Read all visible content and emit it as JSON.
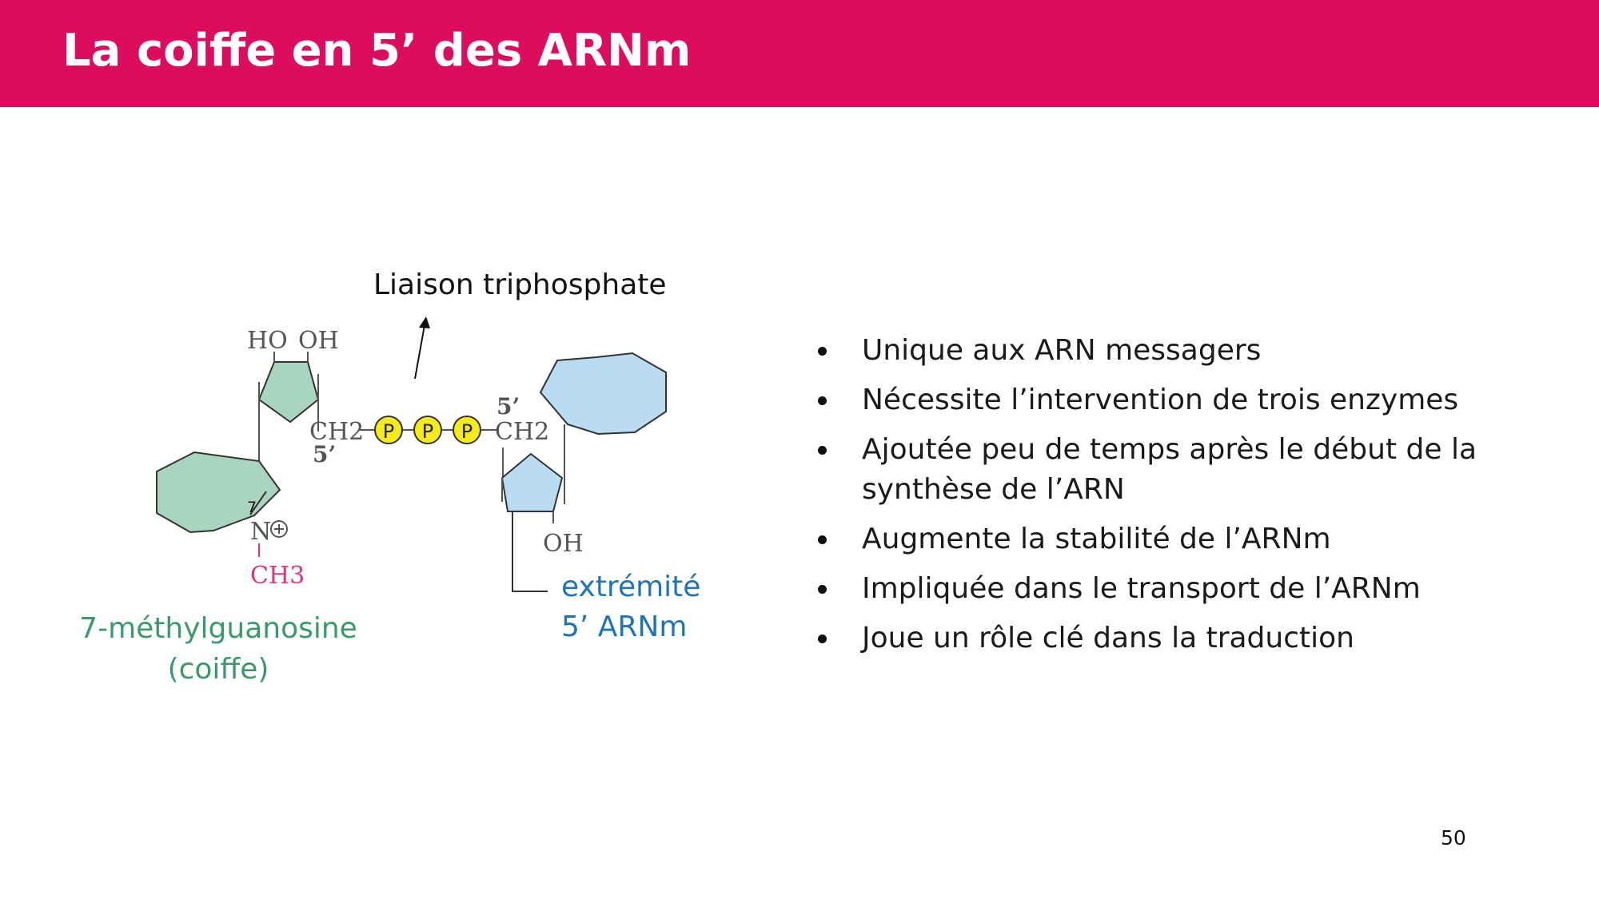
{
  "slide": {
    "title": "La coiffe en 5’ des ARNm",
    "page_number": "50"
  },
  "diagram": {
    "arrow_label": "Liaison triphosphate",
    "cap_label_line1": "7-méthylguanosine",
    "cap_label_line2": "(coiffe)",
    "end_label_line1": "extrémité",
    "end_label_line2": "5’ ARNm",
    "chem": {
      "ho": "HO",
      "oh_top": "OH",
      "ch2_left": "CH2",
      "five_prime_left": "5’",
      "five_prime_right": "5’",
      "ch2_right": "CH2",
      "phosphate": "P",
      "oh_bottom": "OH",
      "position_7": "7",
      "nitrogen": "N",
      "methyl": "CH3"
    },
    "colors": {
      "cap_fill": "#a9d4bf",
      "mrna_fill": "#b9dcf3",
      "phosphate_fill": "#f5ea1a",
      "cap_text": "#3a9a6e",
      "mrna_text": "#1f74b8",
      "methyl_text": "#e0357a"
    }
  },
  "bullets": [
    "Unique aux ARN messagers",
    "Nécessite l’intervention de trois enzymes",
    "Ajoutée peu de temps après le début de la synthèse de l’ARN",
    "Augmente la stabilité de l’ARNm",
    "Impliquée dans le transport de l’ARNm",
    "Joue un rôle clé dans la traduction"
  ]
}
